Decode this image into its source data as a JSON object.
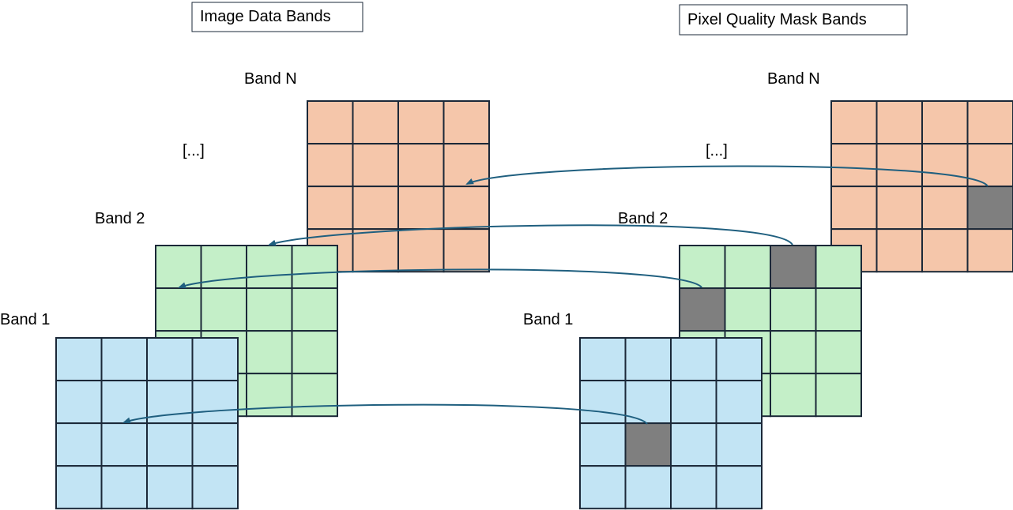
{
  "titles": {
    "image_data": "Image Data Bands",
    "pixel_quality": "Pixel Quality Mask Bands"
  },
  "band_labels": {
    "band_n": "Band N",
    "band_2": "Band 2",
    "band_1": "Band 1",
    "ellipsis": "[...]"
  },
  "colors": {
    "band_n_fill": "#f5c6aa",
    "band_2_fill": "#c4efc8",
    "band_1_fill": "#c2e4f4",
    "masked_cell": "#7f7f7f",
    "grid_stroke": "#1b2838",
    "arrow": "#1f5f7f"
  },
  "grid": {
    "rows": 4,
    "cols": 4
  },
  "masked_cells": {
    "band_n": [
      [
        2,
        3
      ]
    ],
    "band_2": [
      [
        0,
        2
      ],
      [
        1,
        0
      ]
    ],
    "band_1": [
      [
        2,
        1
      ]
    ]
  }
}
